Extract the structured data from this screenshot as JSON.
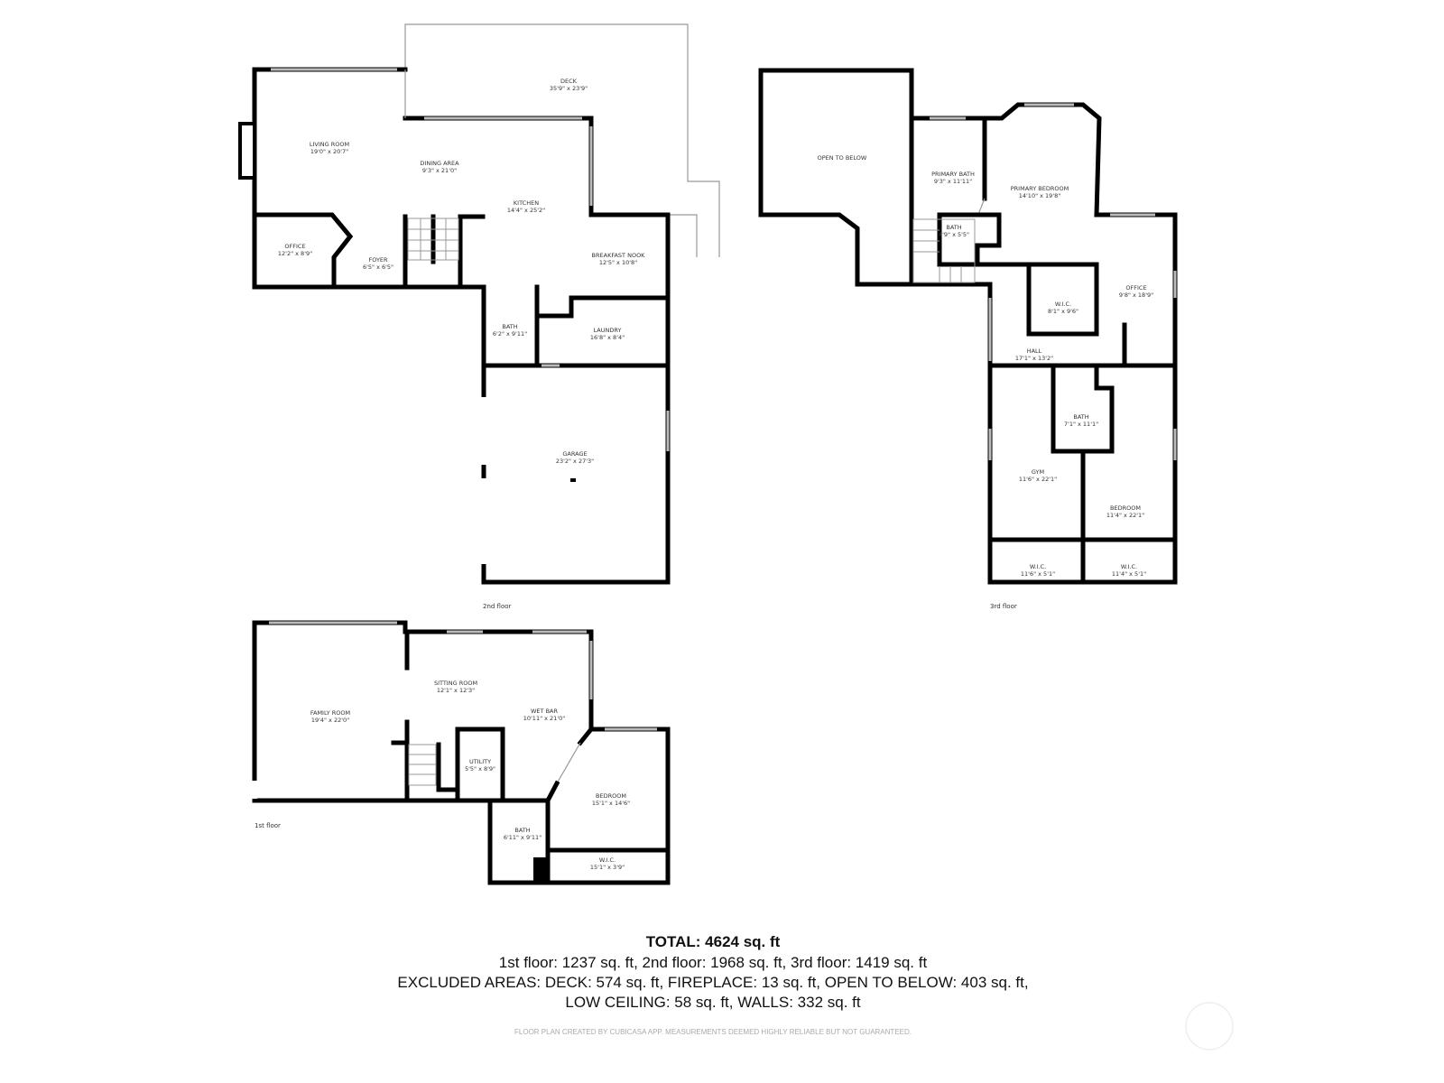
{
  "floors": {
    "second": {
      "label": "2nd floor",
      "rooms": {
        "deck": {
          "name": "DECK",
          "dims": "35'9\" x 23'9\""
        },
        "living": {
          "name": "LIVING ROOM",
          "dims": "19'0\" x 20'7\""
        },
        "dining": {
          "name": "DINING AREA",
          "dims": "9'3\" x 21'0\""
        },
        "kitchen": {
          "name": "KITCHEN",
          "dims": "14'4\" x 25'2\""
        },
        "office": {
          "name": "OFFICE",
          "dims": "12'2\" x 8'9\""
        },
        "foyer": {
          "name": "FOYER",
          "dims": "6'5\" x 6'5\""
        },
        "nook": {
          "name": "BREAKFAST NOOK",
          "dims": "12'5\" x 10'8\""
        },
        "bath": {
          "name": "BATH",
          "dims": "6'2\" x 9'11\""
        },
        "laundry": {
          "name": "LAUNDRY",
          "dims": "16'8\" x 8'4\""
        },
        "garage": {
          "name": "GARAGE",
          "dims": "23'2\" x 27'3\""
        }
      }
    },
    "third": {
      "label": "3rd floor",
      "rooms": {
        "open": {
          "name": "OPEN TO BELOW",
          "dims": ""
        },
        "pbath": {
          "name": "PRIMARY BATH",
          "dims": "9'3\" x 11'11\""
        },
        "pbed": {
          "name": "PRIMARY BEDROOM",
          "dims": "14'10\" x 19'8\""
        },
        "bath1": {
          "name": "BATH",
          "dims": "4'9\" x 5'5\""
        },
        "wic1": {
          "name": "W.I.C.",
          "dims": "8'1\" x 9'6\""
        },
        "office": {
          "name": "OFFICE",
          "dims": "9'8\" x 18'9\""
        },
        "hall": {
          "name": "HALL",
          "dims": "17'1\" x 13'2\""
        },
        "bath2": {
          "name": "BATH",
          "dims": "7'1\" x 11'1\""
        },
        "gym": {
          "name": "GYM",
          "dims": "11'6\" x 22'1\""
        },
        "bed": {
          "name": "BEDROOM",
          "dims": "11'4\" x 22'1\""
        },
        "wic2": {
          "name": "W.I.C.",
          "dims": "11'6\" x 5'1\""
        },
        "wic3": {
          "name": "W.I.C.",
          "dims": "11'4\" x 5'1\""
        }
      }
    },
    "first": {
      "label": "1st floor",
      "rooms": {
        "family": {
          "name": "FAMILY ROOM",
          "dims": "19'4\" x 22'0\""
        },
        "sitting": {
          "name": "SITTING ROOM",
          "dims": "12'1\" x 12'3\""
        },
        "wetbar": {
          "name": "WET BAR",
          "dims": "10'11\" x 21'0\""
        },
        "utility": {
          "name": "UTILITY",
          "dims": "5'5\" x 8'9\""
        },
        "bedroom": {
          "name": "BEDROOM",
          "dims": "15'1\" x 14'6\""
        },
        "bath": {
          "name": "BATH",
          "dims": "6'11\" x 9'11\""
        },
        "wic": {
          "name": "W.I.C.",
          "dims": "15'1\" x 3'9\""
        }
      }
    }
  },
  "summary": {
    "total": "TOTAL: 4624 sq. ft",
    "floors_line": "1st floor: 1237 sq. ft, 2nd floor: 1968 sq. ft, 3rd floor: 1419 sq. ft",
    "excluded_line1": "EXCLUDED AREAS: DECK: 574 sq. ft, FIREPLACE: 13 sq. ft, OPEN TO BELOW: 403 sq. ft,",
    "excluded_line2": "LOW CEILING: 58 sq. ft, WALLS: 332 sq. ft",
    "disclaimer": "FLOOR PLAN CREATED BY CUBICASA APP. MEASUREMENTS DEEMED HIGHLY RELIABLE BUT NOT GUARANTEED."
  }
}
